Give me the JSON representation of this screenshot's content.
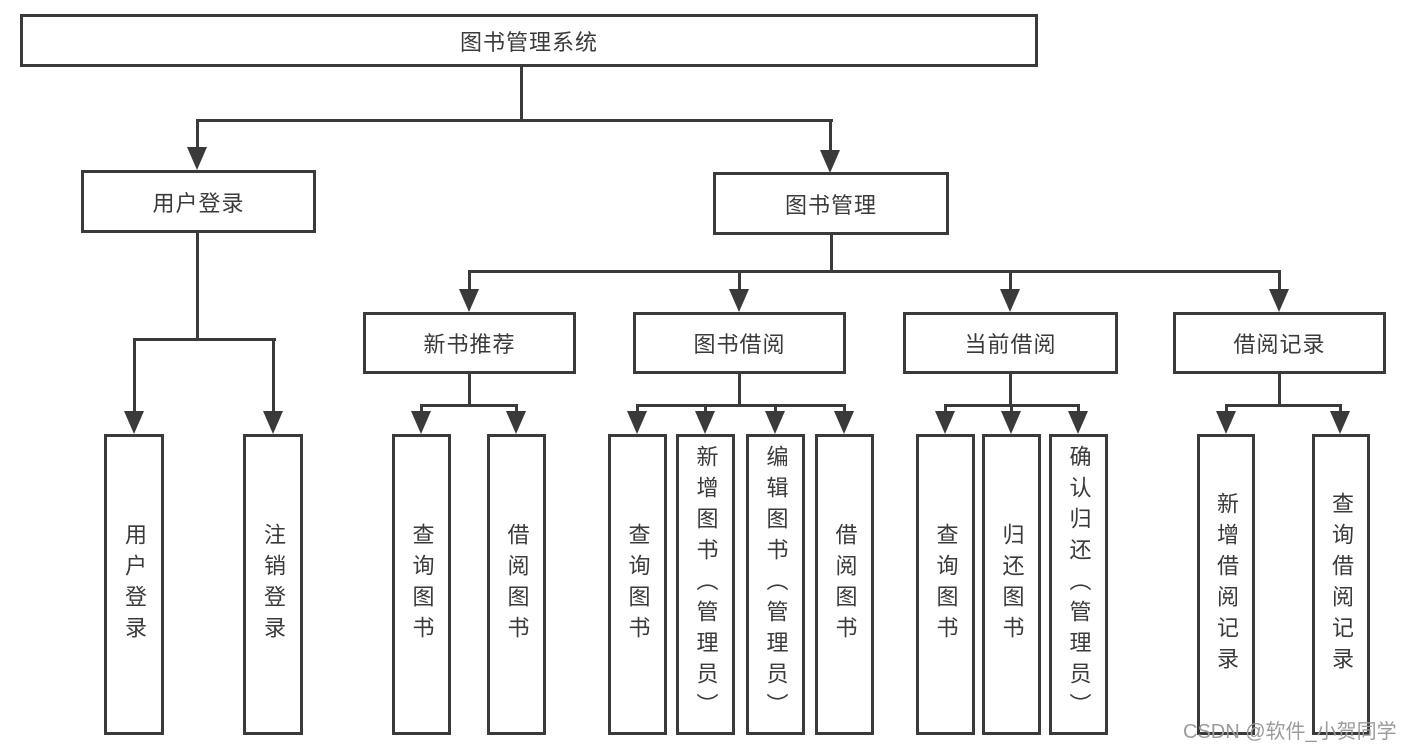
{
  "diagram": {
    "root": "图书管理系统",
    "level2": [
      {
        "label": "用户登录",
        "children": [
          "用户登录",
          "注销登录"
        ]
      },
      {
        "label": "图书管理"
      }
    ],
    "level3": [
      {
        "label": "新书推荐",
        "children": [
          "查询图书",
          "借阅图书"
        ]
      },
      {
        "label": "图书借阅",
        "children": [
          "查询图书",
          "新增图书（管理员）",
          "编辑图书（管理员）",
          "借阅图书"
        ]
      },
      {
        "label": "当前借阅",
        "children": [
          "查询图书",
          "归还图书",
          "确认归还（管理员）"
        ]
      },
      {
        "label": "借阅记录",
        "children": [
          "新增借阅记录",
          "查询借阅记录"
        ]
      }
    ]
  },
  "watermark": "CSDN @软件_小贺同学",
  "colors": {
    "line": "#3a3a3a",
    "text": "#3a3a3a",
    "watermark": "#9b9b9b",
    "background": "#ffffff"
  }
}
